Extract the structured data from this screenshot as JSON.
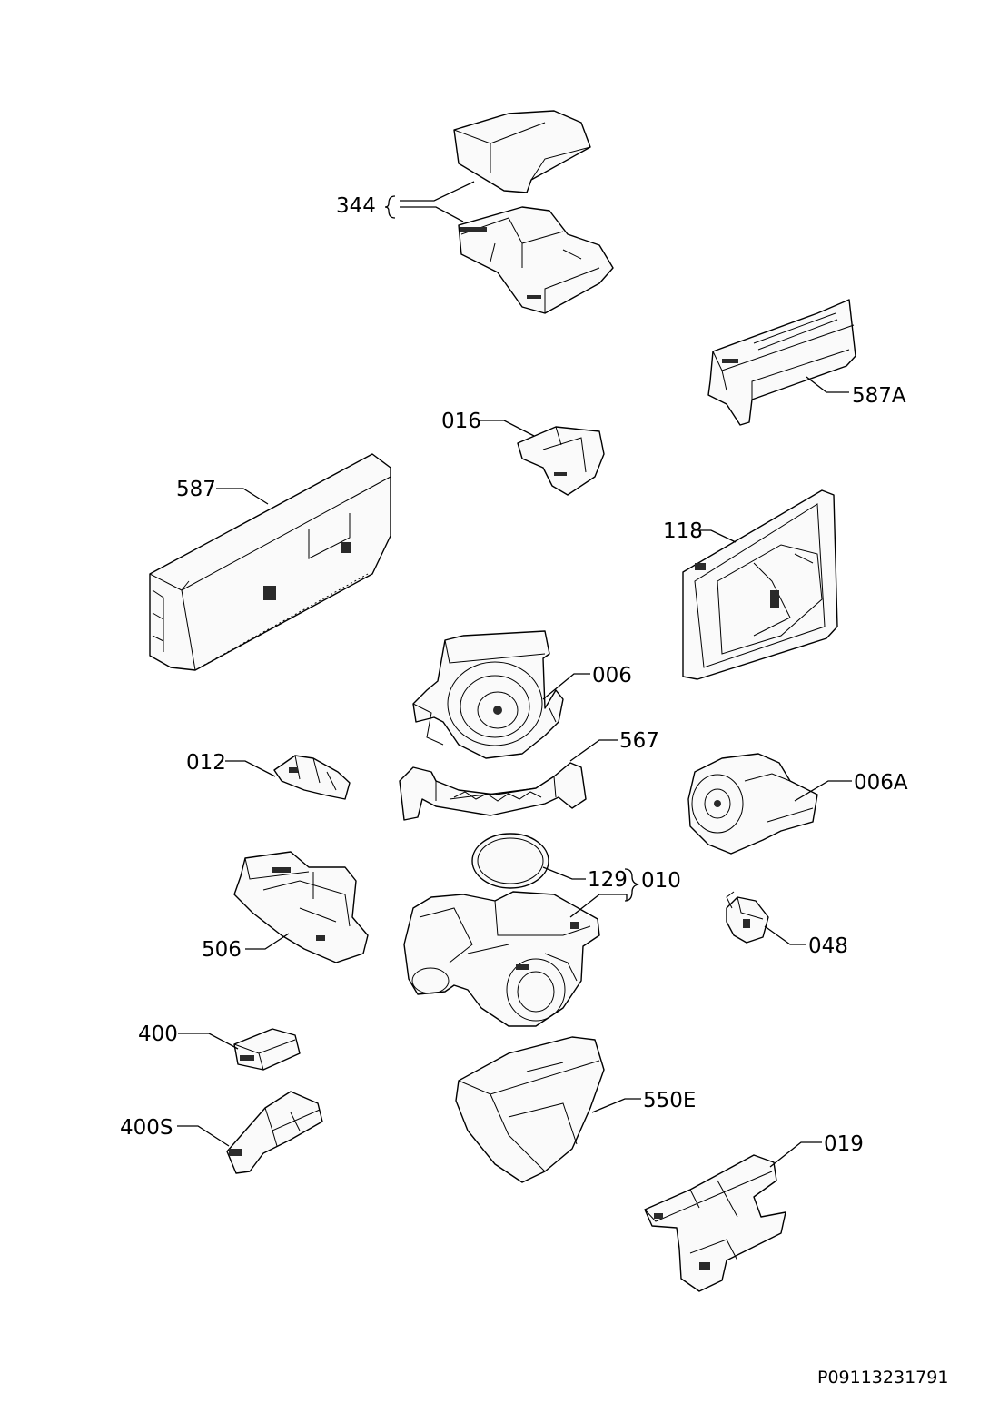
{
  "labels": {
    "p344": "344",
    "p587A": "587A",
    "p016": "016",
    "p587": "587",
    "p118": "118",
    "p006": "006",
    "p567": "567",
    "p012": "012",
    "p006A": "006A",
    "p129": "129",
    "p010": "010",
    "p048": "048",
    "p506": "506",
    "p400": "400",
    "p400S": "400S",
    "p550E": "550E",
    "p019": "019"
  },
  "document_code": "P09113231791"
}
